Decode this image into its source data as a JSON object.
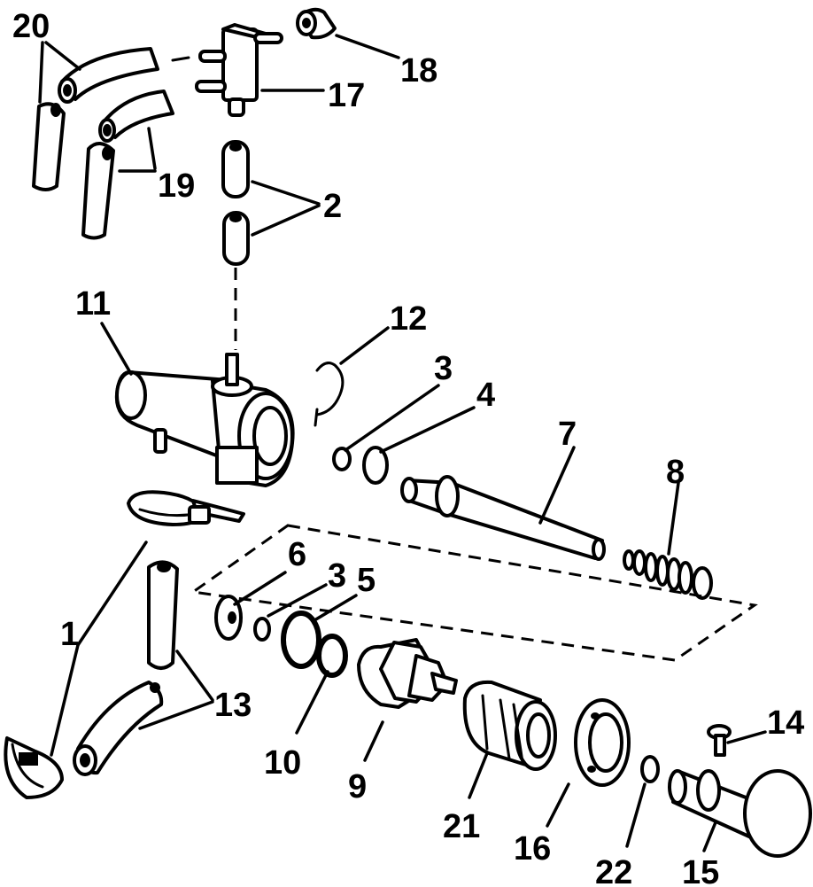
{
  "callouts": {
    "c1": "1",
    "c2": "2",
    "c3a": "3",
    "c3b": "3",
    "c4": "4",
    "c5": "5",
    "c6": "6",
    "c7": "7",
    "c8": "8",
    "c9": "9",
    "c10": "10",
    "c11": "11",
    "c12": "12",
    "c13": "13",
    "c14": "14",
    "c15": "15",
    "c16": "16",
    "c17": "17",
    "c18": "18",
    "c19": "19",
    "c20": "20",
    "c21": "21",
    "c22": "22"
  }
}
